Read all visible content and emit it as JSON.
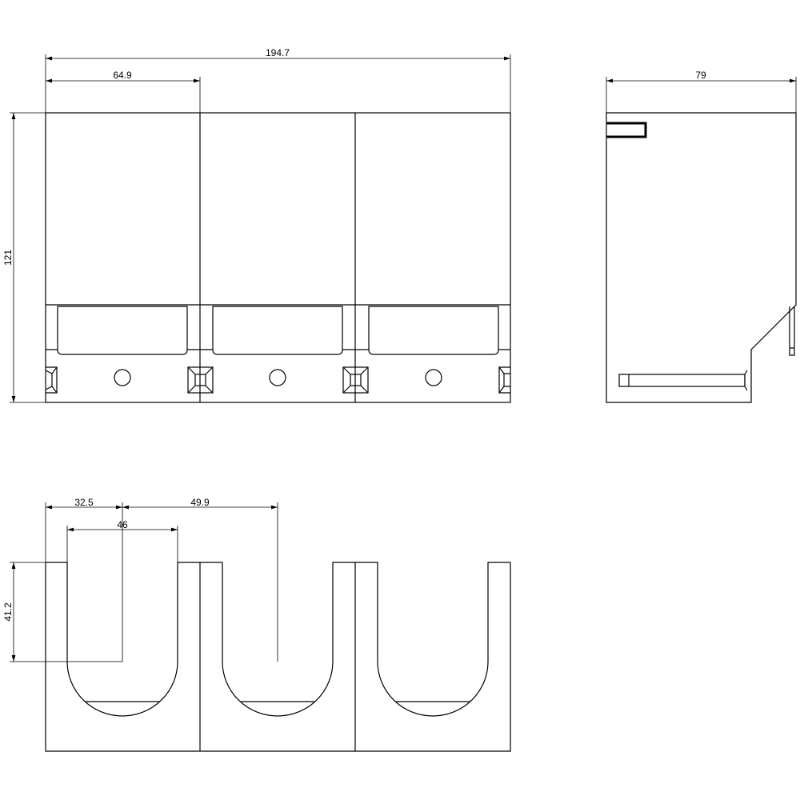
{
  "dimensions": {
    "overall_width": "194.7",
    "module_width": "64.9",
    "height": "121",
    "depth": "79",
    "offset_first": "32.5",
    "pitch": "49.9",
    "slot_width": "46",
    "slot_depth": "41.2"
  },
  "colors": {
    "line": "#000000",
    "background": "#ffffff"
  }
}
